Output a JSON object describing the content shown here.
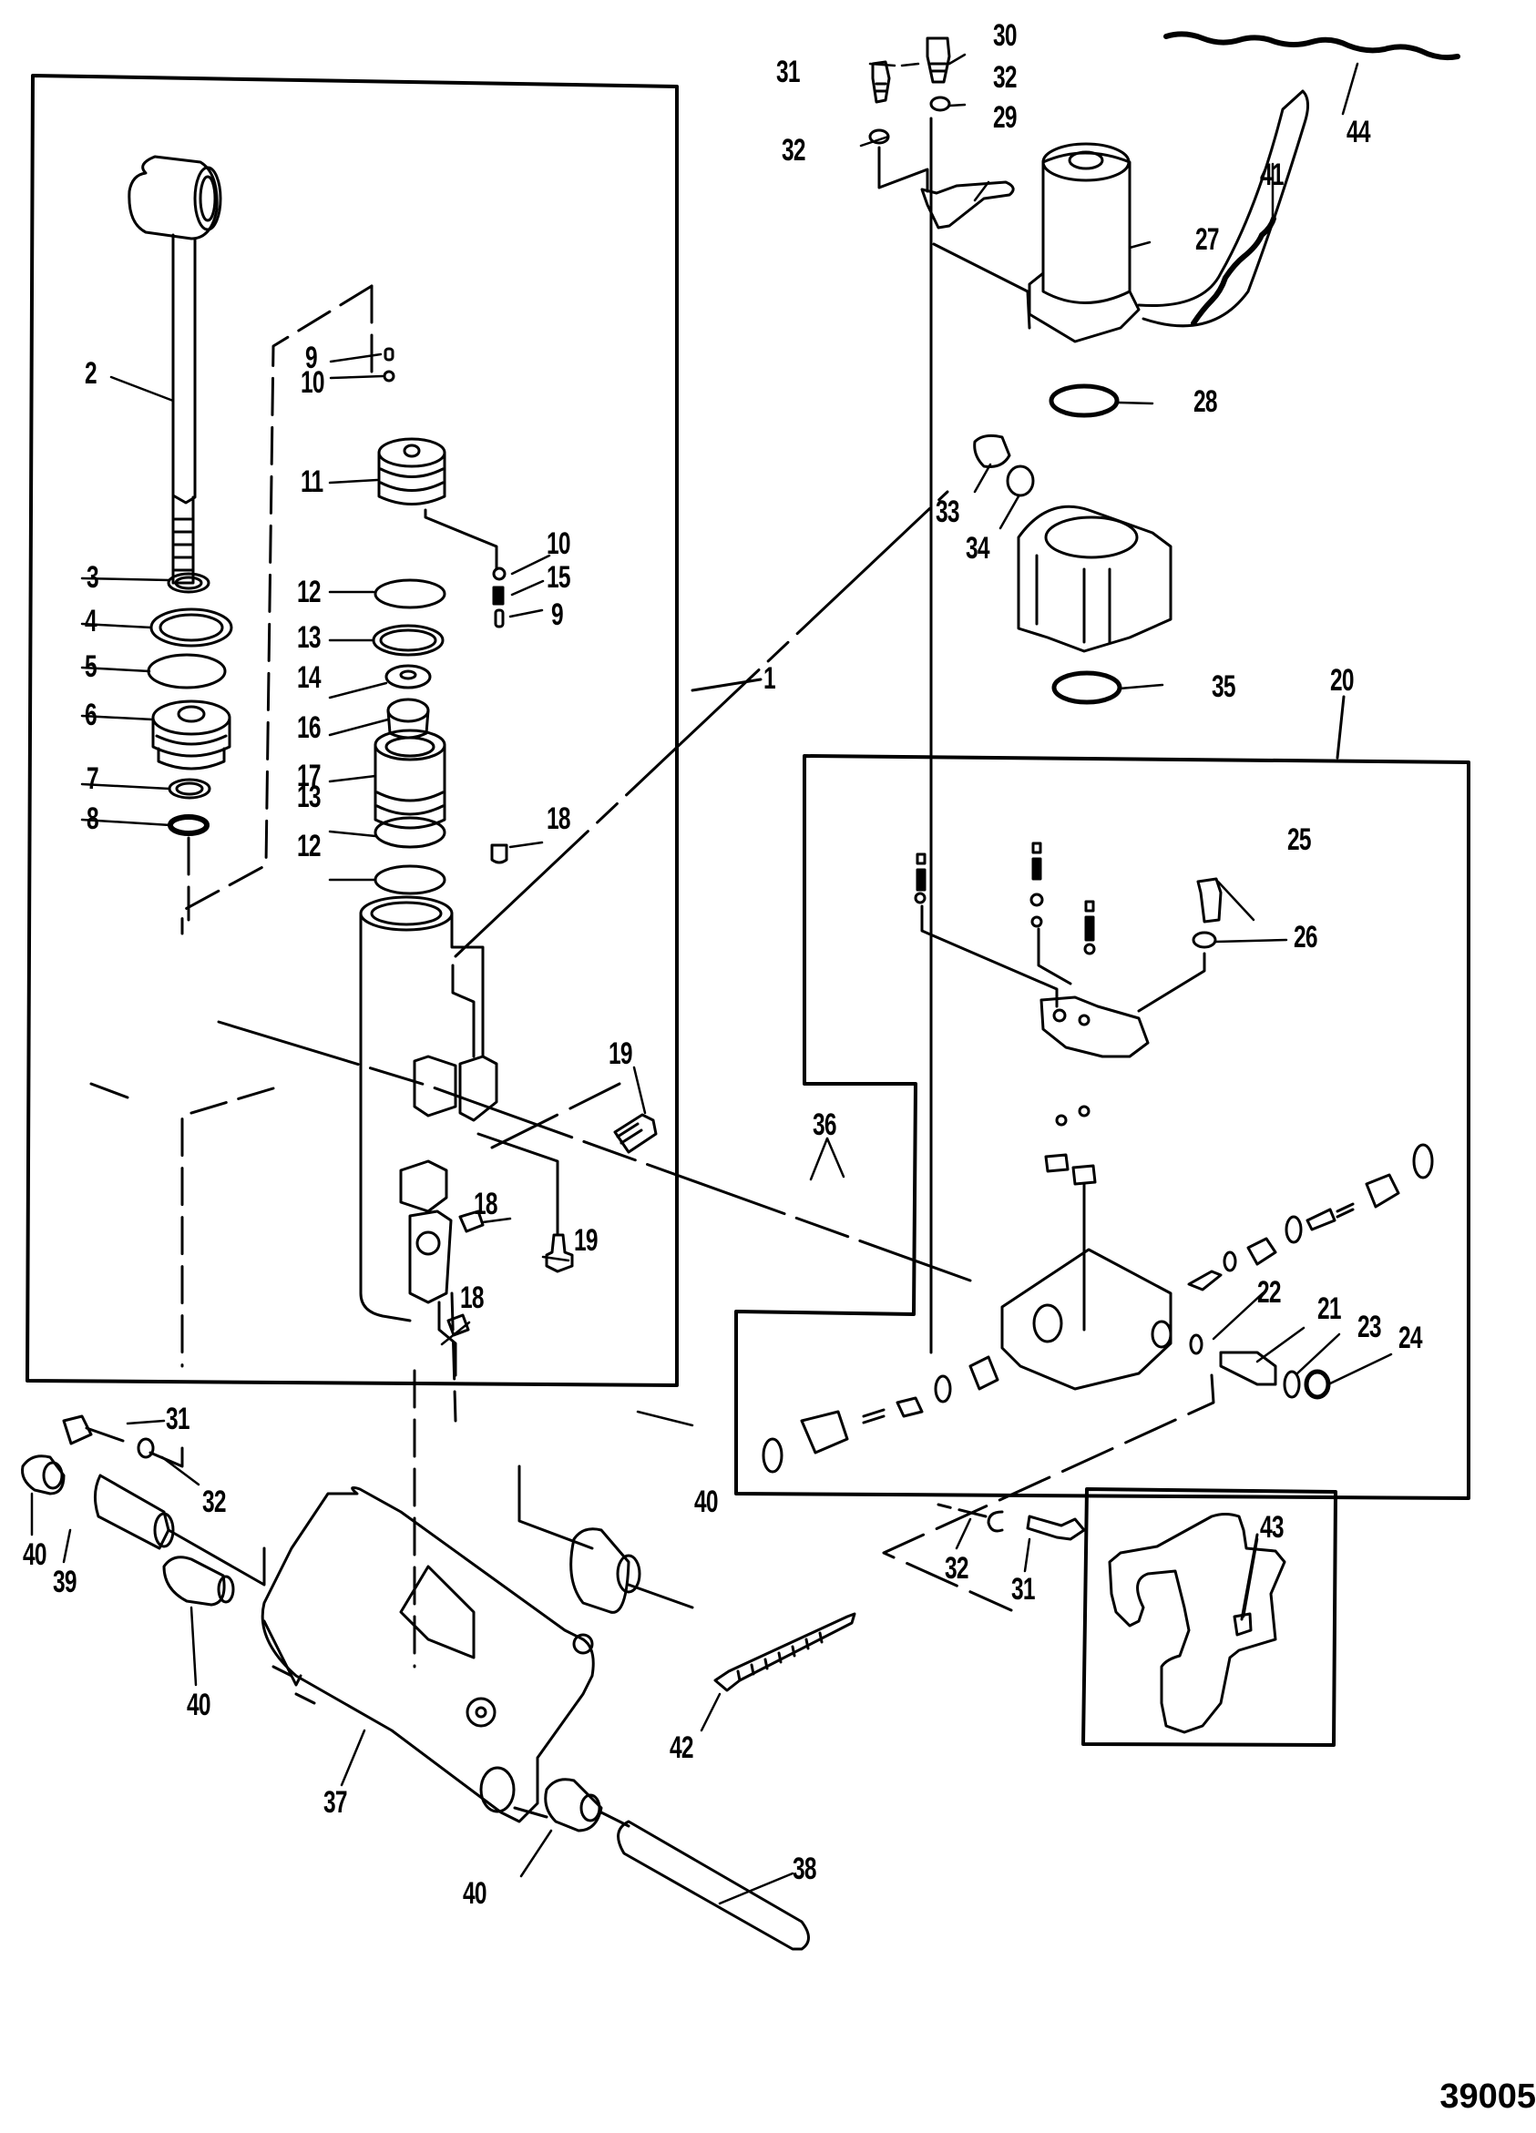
{
  "diagram": {
    "type": "exploded-parts-view",
    "subject": "Power trim/tilt assembly with cylinder, pump/motor, valve block and transom bracket",
    "figure_number": "39005",
    "assemblies": [
      {
        "callout": "1",
        "description": "Trim cylinder assembly (boxed group)"
      },
      {
        "callout": "20",
        "description": "Valve body assembly (boxed group)"
      }
    ],
    "callouts": [
      {
        "id": "c1",
        "text": "1"
      },
      {
        "id": "c2",
        "text": "2"
      },
      {
        "id": "c3",
        "text": "3"
      },
      {
        "id": "c4",
        "text": "4"
      },
      {
        "id": "c5",
        "text": "5"
      },
      {
        "id": "c6",
        "text": "6"
      },
      {
        "id": "c7",
        "text": "7"
      },
      {
        "id": "c8",
        "text": "8"
      },
      {
        "id": "c9a",
        "text": "9"
      },
      {
        "id": "c10a",
        "text": "10"
      },
      {
        "id": "c11",
        "text": "11"
      },
      {
        "id": "c10b",
        "text": "10"
      },
      {
        "id": "c15",
        "text": "15"
      },
      {
        "id": "c9b",
        "text": "9"
      },
      {
        "id": "c12a",
        "text": "12"
      },
      {
        "id": "c13a",
        "text": "13"
      },
      {
        "id": "c14",
        "text": "14"
      },
      {
        "id": "c16",
        "text": "16"
      },
      {
        "id": "c17",
        "text": "17"
      },
      {
        "id": "c13b",
        "text": "13"
      },
      {
        "id": "c12b",
        "text": "12"
      },
      {
        "id": "c18a",
        "text": "18"
      },
      {
        "id": "c19a",
        "text": "19"
      },
      {
        "id": "c18b",
        "text": "18"
      },
      {
        "id": "c19b",
        "text": "19"
      },
      {
        "id": "c18c",
        "text": "18"
      },
      {
        "id": "c20",
        "text": "20"
      },
      {
        "id": "c21",
        "text": "21"
      },
      {
        "id": "c22",
        "text": "22"
      },
      {
        "id": "c23",
        "text": "23"
      },
      {
        "id": "c24",
        "text": "24"
      },
      {
        "id": "c25",
        "text": "25"
      },
      {
        "id": "c26",
        "text": "26"
      },
      {
        "id": "c27",
        "text": "27"
      },
      {
        "id": "c28",
        "text": "28"
      },
      {
        "id": "c29",
        "text": "29"
      },
      {
        "id": "c30",
        "text": "30"
      },
      {
        "id": "c31a",
        "text": "31"
      },
      {
        "id": "c32a",
        "text": "32"
      },
      {
        "id": "c32b",
        "text": "32"
      },
      {
        "id": "c33",
        "text": "33"
      },
      {
        "id": "c34",
        "text": "34"
      },
      {
        "id": "c35",
        "text": "35"
      },
      {
        "id": "c36",
        "text": "36"
      },
      {
        "id": "c41",
        "text": "41"
      },
      {
        "id": "c44",
        "text": "44"
      },
      {
        "id": "c31b",
        "text": "31"
      },
      {
        "id": "c32c",
        "text": "32"
      },
      {
        "id": "c40a",
        "text": "40"
      },
      {
        "id": "c39",
        "text": "39"
      },
      {
        "id": "c40b",
        "text": "40"
      },
      {
        "id": "c40c",
        "text": "40"
      },
      {
        "id": "c37",
        "text": "37"
      },
      {
        "id": "c40d",
        "text": "40"
      },
      {
        "id": "c38",
        "text": "38"
      },
      {
        "id": "c42",
        "text": "42"
      },
      {
        "id": "c32d",
        "text": "32"
      },
      {
        "id": "c31c",
        "text": "31"
      },
      {
        "id": "c43",
        "text": "43"
      }
    ]
  }
}
